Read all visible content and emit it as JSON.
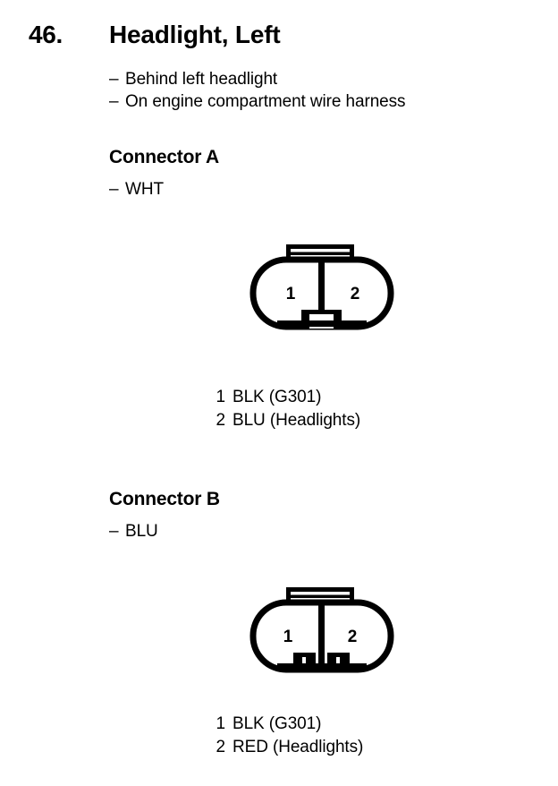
{
  "section": {
    "number": "46.",
    "title": "Headlight, Left",
    "notes": [
      {
        "dash": "–",
        "text": "Behind left headlight"
      },
      {
        "dash": "–",
        "text": "On engine compartment wire harness"
      }
    ]
  },
  "connectors": [
    {
      "heading": "Connector A",
      "dash": "–",
      "color_code": "WHT",
      "diagram": {
        "shape": "two-cavity-pill-connector",
        "latch_position": "top",
        "keyway": "single-center-square-notch-bottom",
        "cavity_labels": [
          "1",
          "2"
        ]
      },
      "pins": [
        {
          "index": "1",
          "label": "BLK (G301)"
        },
        {
          "index": "2",
          "label": "BLU (Headlights)"
        }
      ]
    },
    {
      "heading": "Connector B",
      "dash": "–",
      "color_code": "BLU",
      "diagram": {
        "shape": "two-cavity-pill-connector",
        "latch_position": "top",
        "keyway": "twin-slotted-tabs-bottom",
        "cavity_labels": [
          "1",
          "2"
        ]
      },
      "pins": [
        {
          "index": "1",
          "label": "BLK (G301)"
        },
        {
          "index": "2",
          "label": "RED (Headlights)"
        }
      ]
    }
  ],
  "colors": {
    "ink": "#000000",
    "paper": "#ffffff"
  }
}
